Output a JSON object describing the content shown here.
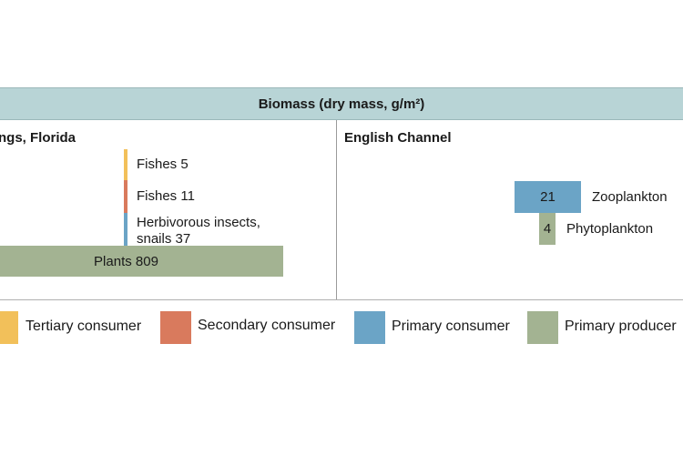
{
  "title": "Biomass (dry mass, g/m²)",
  "colors": {
    "tertiary": "#f2c05a",
    "secondary": "#d97a5d",
    "primary_consumer": "#6ba4c6",
    "producer": "#a3b392",
    "header_bg": "#b8d4d6"
  },
  "chart_data": [
    {
      "type": "bar",
      "title": "ngs, Florida",
      "categories": [
        "Plants",
        "Herbivorous insects, snails",
        "Fishes",
        "Fishes"
      ],
      "trophic_levels": [
        "Primary producer",
        "Primary consumer",
        "Secondary consumer",
        "Tertiary consumer"
      ],
      "values": [
        809,
        37,
        11,
        5
      ]
    },
    {
      "type": "bar",
      "title": "English Channel",
      "categories": [
        "Phytoplankton",
        "Zooplankton"
      ],
      "trophic_levels": [
        "Primary producer",
        "Primary consumer"
      ],
      "values": [
        4,
        21
      ]
    }
  ],
  "left": {
    "title": "ngs, Florida",
    "tertiary_label": "Fishes 5",
    "secondary_label": "Fishes 11",
    "primary_label_line1": "Herbivorous insects,",
    "primary_label_line2": "snails 37",
    "producer_label": "Plants 809"
  },
  "right": {
    "title": "English Channel",
    "zooplankton_value": "21",
    "zooplankton_label": "Zooplankton",
    "phytoplankton_value": "4",
    "phytoplankton_label": "Phytoplankton"
  },
  "legend": {
    "tertiary": "Tertiary consumer",
    "secondary": "Secondary consumer",
    "primary": "Primary consumer",
    "producer": "Primary producer"
  }
}
